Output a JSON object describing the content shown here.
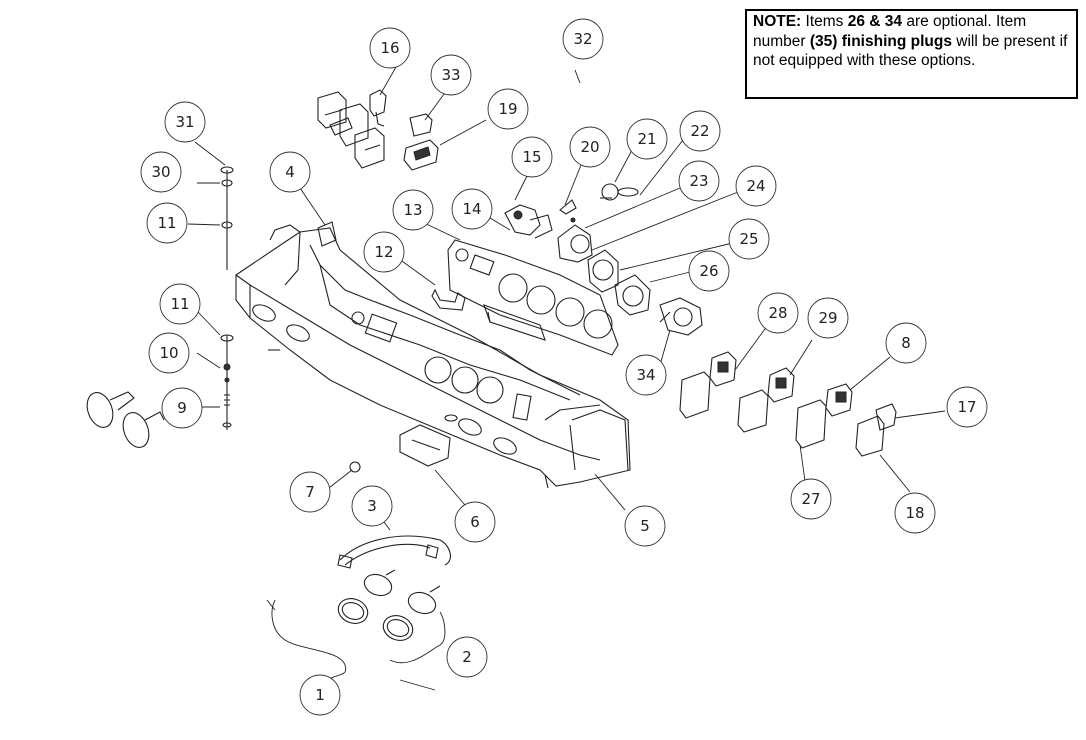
{
  "note": {
    "label": "NOTE:",
    "t1": " Items ",
    "b1": "26 & 34",
    "t2": " are optional. Item number ",
    "b2": "(35) finishing plugs",
    "t3": " will be present if not equipped with these options."
  },
  "callouts": [
    "1",
    "2",
    "3",
    "4",
    "5",
    "6",
    "7",
    "8",
    "9",
    "10",
    "11",
    "11",
    "12",
    "13",
    "14",
    "15",
    "16",
    "17",
    "18",
    "19",
    "20",
    "21",
    "22",
    "23",
    "24",
    "25",
    "26",
    "27",
    "28",
    "29",
    "30",
    "31",
    "32",
    "33",
    "34"
  ]
}
